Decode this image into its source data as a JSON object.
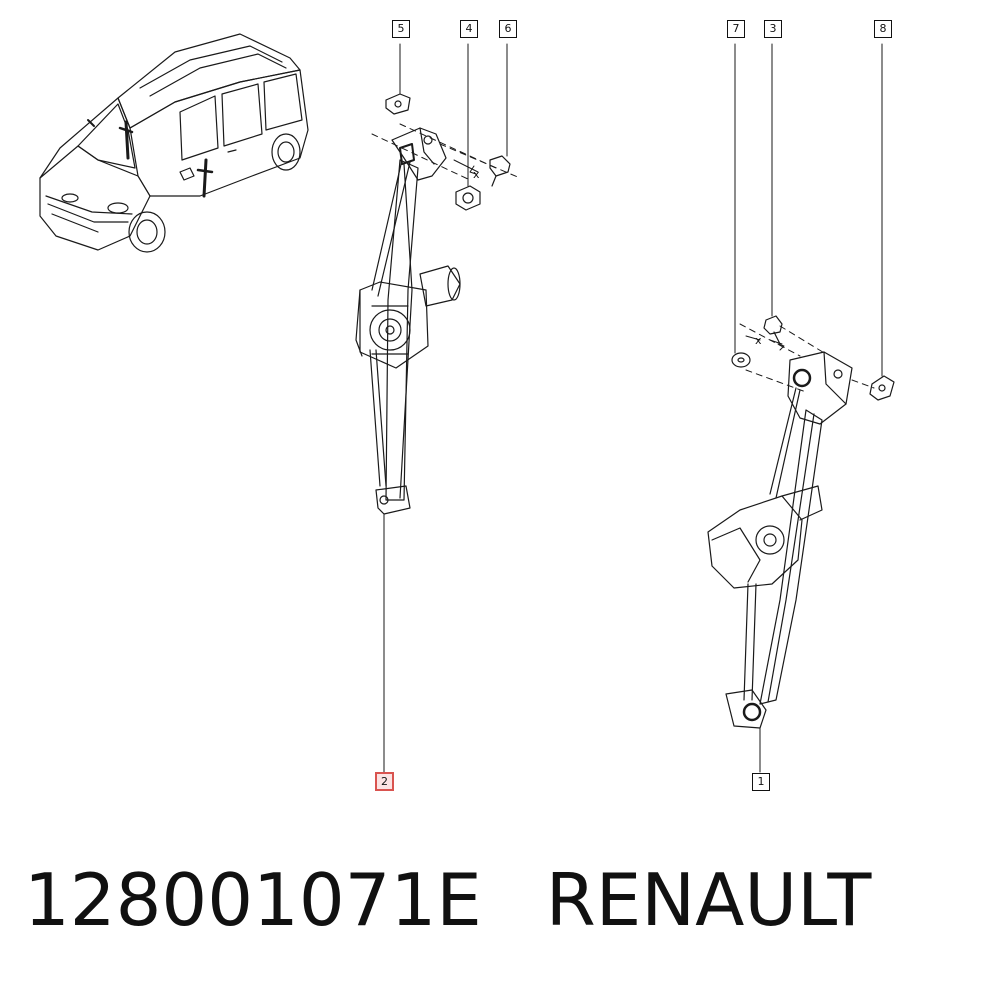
{
  "callouts": {
    "c5": "5",
    "c4": "4",
    "c6": "6",
    "c7": "7",
    "c3": "3",
    "c8": "8",
    "c2": "2",
    "c1": "1"
  },
  "dimension_marks": {
    "x_left": "x",
    "x_right": "x"
  },
  "caption": {
    "part_number": "128001071E",
    "brand": "RENAULT"
  },
  "colors": {
    "line": "#1a1a1a",
    "highlight_border": "#d9534f",
    "highlight_fill": "#fbe3e3"
  }
}
